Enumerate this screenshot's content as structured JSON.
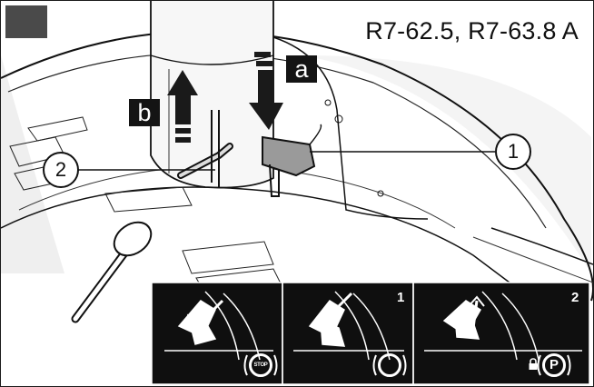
{
  "title": "R7-62.5, R7-63.8 A",
  "labels": {
    "a": "a",
    "b": "b",
    "callout_1": "1",
    "callout_2": "2"
  },
  "panels": [
    {
      "number": "",
      "symbol": "STOP"
    },
    {
      "number": "1",
      "symbol": ""
    },
    {
      "number": "2",
      "symbol": "P"
    }
  ],
  "icons": [
    "lock-icon"
  ],
  "colors": {
    "panel_bg": "#0f0f0f",
    "ink": "#111111",
    "shade": "#ececec"
  }
}
